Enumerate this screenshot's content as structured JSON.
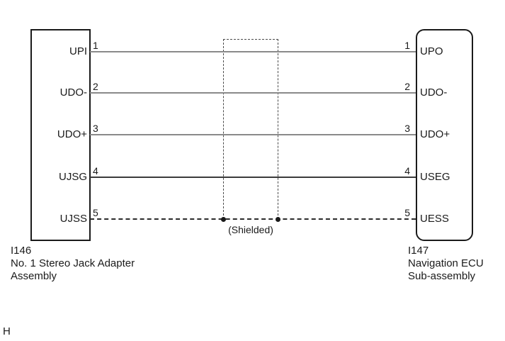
{
  "page": {
    "footer_letter": "H",
    "shield_label": "(Shielded)"
  },
  "left_connector": {
    "id": "I146",
    "name_lines": [
      "No. 1 Stereo Jack Adapter",
      "Assembly"
    ]
  },
  "right_connector": {
    "id": "I147",
    "name_lines": [
      "Navigation ECU",
      "Sub-assembly"
    ]
  },
  "pins": [
    {
      "number": "1",
      "left_label": "UPI",
      "right_label": "UPO"
    },
    {
      "number": "2",
      "left_label": "UDO-",
      "right_label": "UDO-"
    },
    {
      "number": "3",
      "left_label": "UDO+",
      "right_label": "UDO+"
    },
    {
      "number": "4",
      "left_label": "UJSG",
      "right_label": "USEG"
    },
    {
      "number": "5",
      "left_label": "UJSS",
      "right_label": "UESS"
    }
  ],
  "wires": [
    {
      "pin": "1",
      "style": "solid-gray"
    },
    {
      "pin": "2",
      "style": "solid-gray"
    },
    {
      "pin": "3",
      "style": "solid-gray"
    },
    {
      "pin": "4",
      "style": "solid-dark"
    },
    {
      "pin": "5",
      "style": "dashed-shield-drain"
    }
  ],
  "colors": {
    "background": "#ffffff",
    "line_black": "#1a1a1a",
    "wire_gray": "#8a8a8a",
    "wire_dark": "#3b3b3b",
    "shield_dash": "#4a4a4a"
  }
}
